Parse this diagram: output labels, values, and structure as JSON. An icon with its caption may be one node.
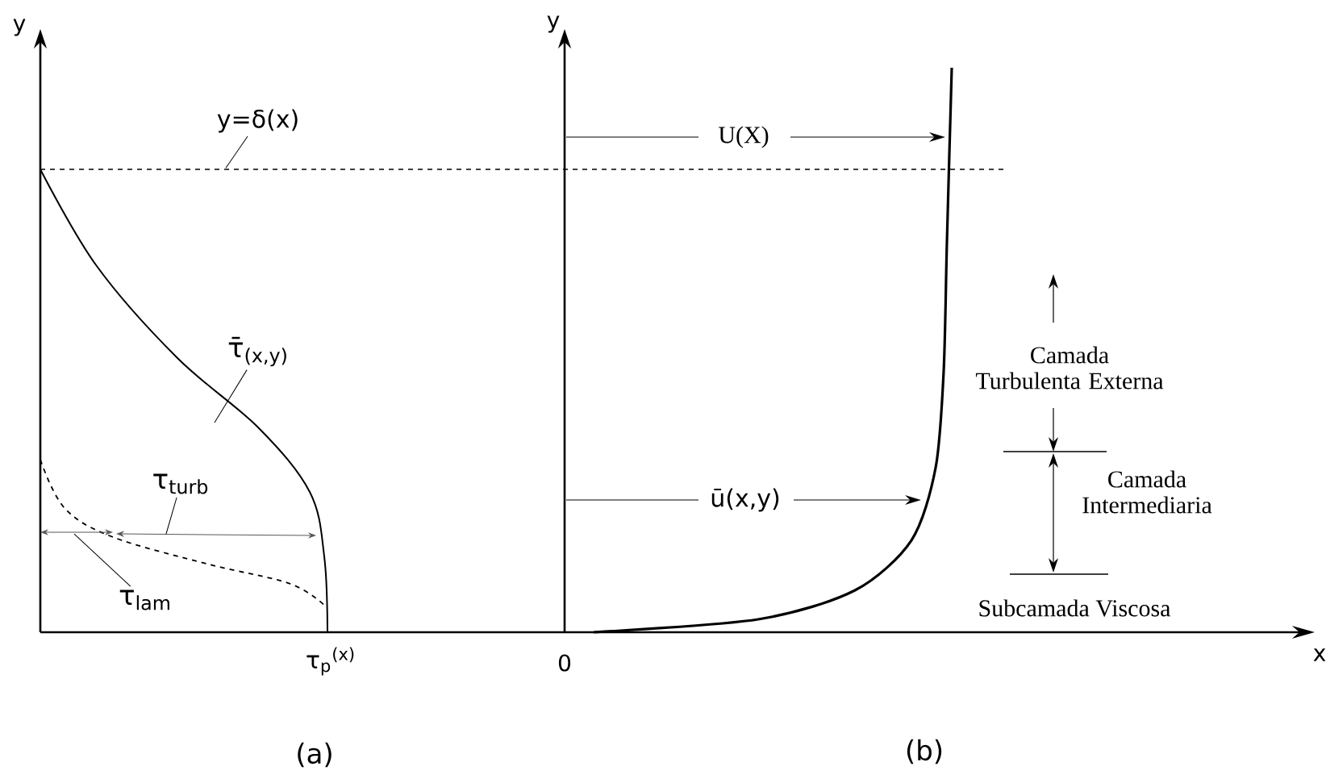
{
  "diagram": {
    "nodes": [
      {
        "text": [
          "y=δ(x)"
        ]
      },
      {
        "text": [
          "τ̄$_{(x,y)}$"
        ]
      },
      {
        "text": [
          "τ$_{turb}$"
        ]
      },
      {
        "text": [
          "τ$_{lam}$"
        ]
      },
      {
        "text": [],
        "shape": "line"
      }
    ],
    "edges": [
      {
        "from": 0,
        "to": 4,
        "arrow": "none"
      },
      {
        "from": 1,
        "to": null,
        "arrow": "none"
      },
      {
        "from": 2,
        "to": null,
        "arrow": "none"
      },
      {
        "from": 3,
        "to": null,
        "arrow": "none"
      }
    ],
    "labels": [
      "y",
      "y",
      "U(X)",
      "Camada Turbulenta Externa",
      "ū(x,y)",
      "Camada Intermediaria",
      "Subcamada Viscosa",
      "τ$_{p}$$^{(x)}$",
      "0",
      "x",
      "(a)",
      "(b)"
    ]
  }
}
